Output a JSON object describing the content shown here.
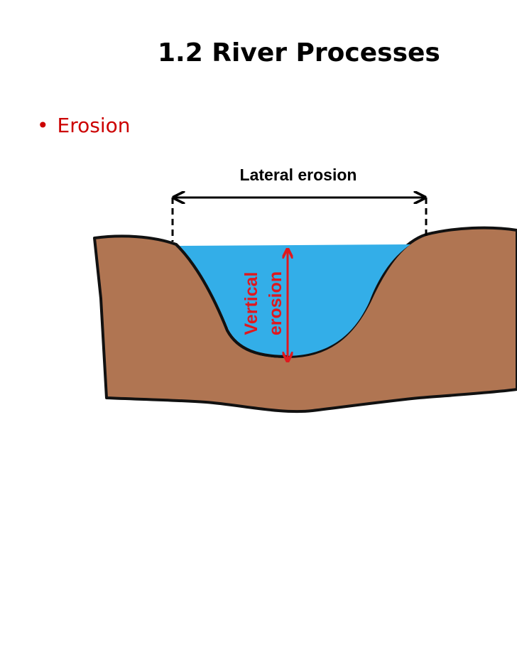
{
  "slide": {
    "title": "1.2 River Processes",
    "bullet": "Erosion"
  },
  "diagram": {
    "lateral_label": "Lateral erosion",
    "vertical_label_line1": "Vertical",
    "vertical_label_line2": "erosion",
    "colors": {
      "ground": "#b07552",
      "water": "#33aee8",
      "bank_outline": "#111111",
      "vertical_arrow": "#e0181e",
      "vertical_text": "#e0181e",
      "lateral_arrow": "#000000",
      "bullet": "#cc0000"
    }
  }
}
